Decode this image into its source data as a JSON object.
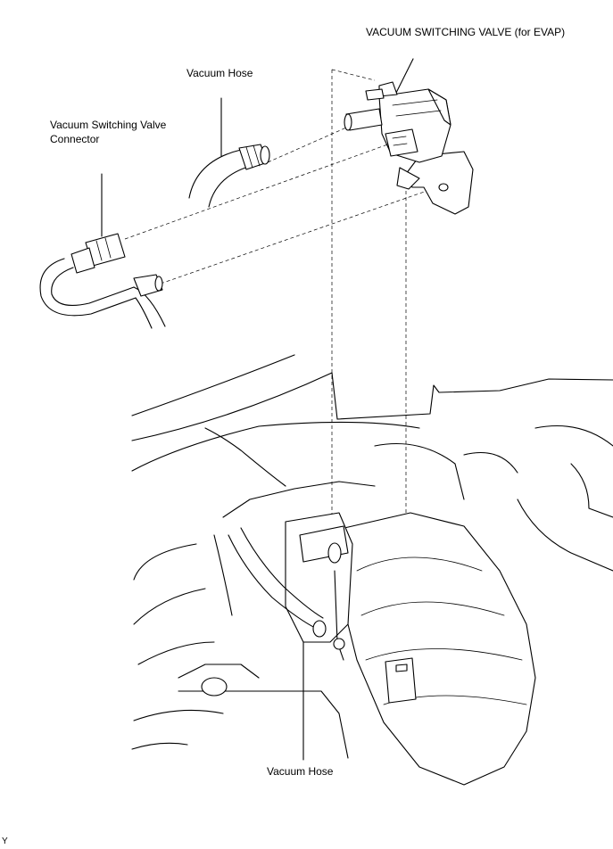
{
  "labels": {
    "valve": "VACUUM SWITCHING VALVE (for EVAP)",
    "hose_top": "Vacuum Hose",
    "connector_line1": "Vacuum Switching Valve",
    "connector_line2": "Connector",
    "hose_bottom": "Vacuum Hose",
    "figure_code": "Y"
  }
}
